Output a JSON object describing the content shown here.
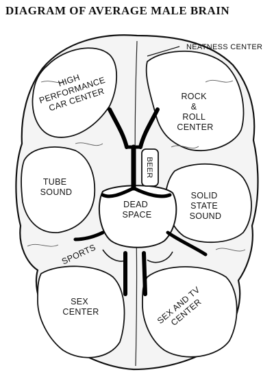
{
  "title": "DIAGRAM OF AVERAGE MALE BRAIN",
  "labels": {
    "neatness_center": "NEATNESS CENTER",
    "high_performance": [
      "HIGH",
      "PERFORMANCE",
      "CAR CENTER"
    ],
    "rock_and_roll": [
      "ROCK",
      "&",
      "ROLL",
      "CENTER"
    ],
    "beer": "BEER",
    "tube_sound": [
      "TUBE",
      "SOUND"
    ],
    "dead_space": [
      "DEAD",
      "SPACE"
    ],
    "solid_state": [
      "SOLID",
      "STATE",
      "SOUND"
    ],
    "sports": "SPORTS",
    "sex_center": [
      "SEX",
      "CENTER"
    ],
    "sex_and_tv": [
      "SEX AND TV",
      "CENTER"
    ]
  }
}
